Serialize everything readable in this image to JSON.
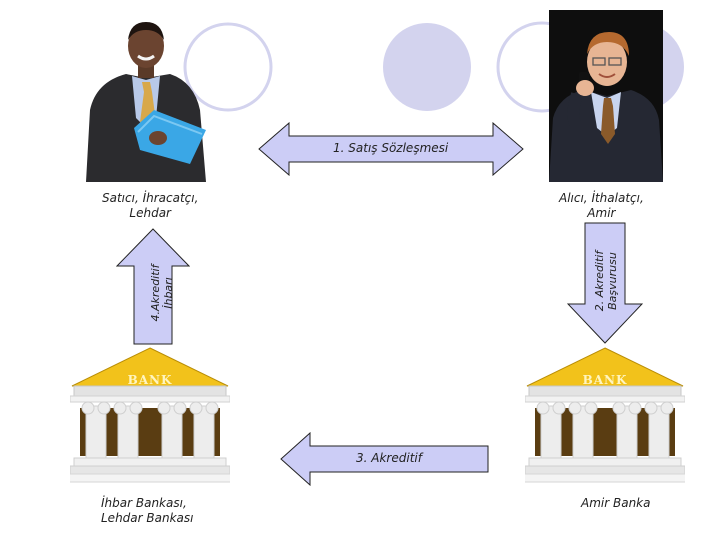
{
  "colors": {
    "arrow_fill": "#cccdf6",
    "arrow_stroke": "#222222",
    "deco_circle": "#d3d3ee",
    "bank_roof": "#f2c21b",
    "bank_stone": "#e9e9e9"
  },
  "icons": {
    "seller": "businessman-with-folder",
    "buyer": "businessman-on-phone",
    "seller_bank": "bank-building",
    "issuing_bank": "bank-building"
  },
  "parties": {
    "seller_caption": "Satıcı, İhracatçı,\nLehdar",
    "buyer_caption": "Alıcı, İthalatçı,\nAmir",
    "seller_bank_caption": "İhbar Bankası,\nLehdar Bankası",
    "issuing_bank_caption": "Amir Banka"
  },
  "bank_sign": "BANK",
  "steps": {
    "step1": "1. Satış Sözleşmesi",
    "step2": "2. Akreditif\nBaşvurusu",
    "step3": "3. Akreditif",
    "step4": "4.Akreditif\nİhbarı"
  }
}
